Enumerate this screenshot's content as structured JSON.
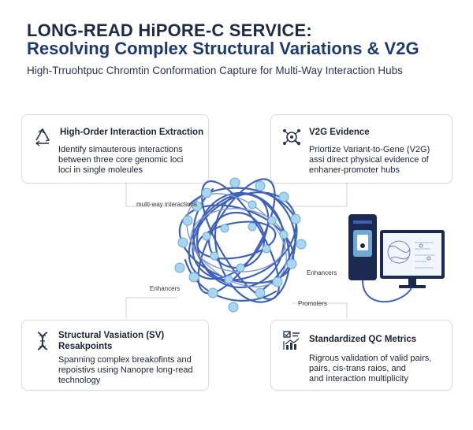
{
  "header": {
    "title_line1": "LONG-READ HiPORE-C SERVICE:",
    "title_line2": "Resolving Complex Structural Variations & V2G",
    "subtitle": "High-Trruohtpuc Chromtin Conformation Capture for Multi-Way Interaction Hubs"
  },
  "cards": {
    "interaction": {
      "icon": "recycle-triangle-icon",
      "title": "High-Order Interaction Extraction",
      "lines": [
        "Identify simauterous interactions",
        "between three core genomic loci",
        "loci in single moleules"
      ]
    },
    "v2g": {
      "icon": "network-search-icon",
      "title": "V2G Evidence",
      "lines": [
        "Priortize Variant-to-Gene (V2G)",
        "assi direct physical evidence of",
        "enhaner-promoter hubs"
      ]
    },
    "sv": {
      "icon": "dna-icon",
      "title_lines": [
        "Structural Vasiation (SV)",
        "Resakpoints"
      ],
      "lines": [
        "Spanning complex breakofints and",
        "repoistivs using Nanopre long-read",
        "technology"
      ]
    },
    "qc": {
      "icon": "checklist-chart-icon",
      "title": "Standardized QC Metrics",
      "lines": [
        "Rigrous validation of valid pairs,",
        "pairs, cis-trans raios, and",
        "and interaction multiplicity"
      ]
    }
  },
  "diagram": {
    "label_multiway": "multi-way interactions",
    "label_enhancers_left": "Enhancers",
    "label_enhancers_right": "Enhancers",
    "label_promoters": "Promoters"
  },
  "colors": {
    "title": "#1f2a44",
    "title_accent": "#1f3a6e",
    "strand": "#3f62b8",
    "bead": "#a9d6ef",
    "device": "#1c2a52"
  }
}
